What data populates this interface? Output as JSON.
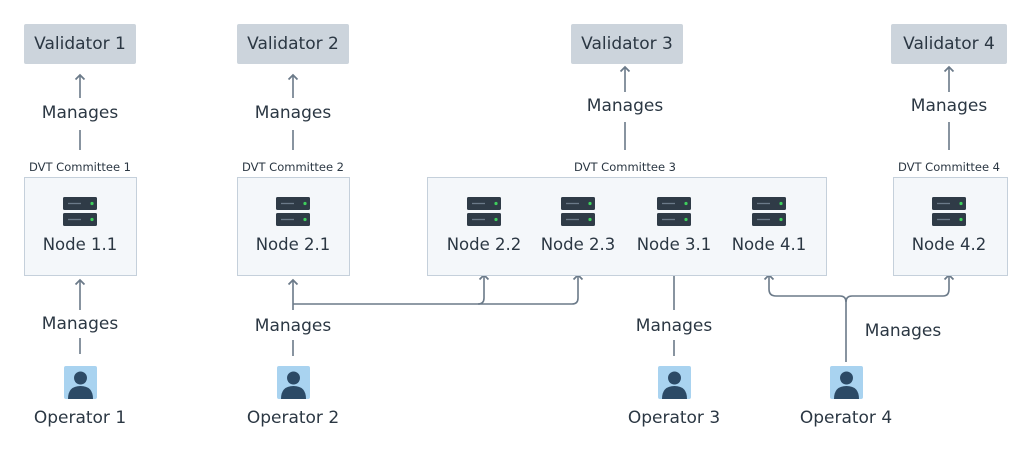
{
  "validators": [
    {
      "label": "Validator 1"
    },
    {
      "label": "Validator 2"
    },
    {
      "label": "Validator 3"
    },
    {
      "label": "Validator 4"
    }
  ],
  "committees": [
    {
      "label": "DVT Committee 1"
    },
    {
      "label": "DVT Committee 2"
    },
    {
      "label": "DVT Committee 3"
    },
    {
      "label": "DVT Committee 4"
    }
  ],
  "nodes": [
    {
      "label": "Node 1.1"
    },
    {
      "label": "Node 2.1"
    },
    {
      "label": "Node 2.2"
    },
    {
      "label": "Node 2.3"
    },
    {
      "label": "Node 3.1"
    },
    {
      "label": "Node 4.1"
    },
    {
      "label": "Node 4.2"
    }
  ],
  "operators": [
    {
      "label": "Operator 1"
    },
    {
      "label": "Operator 2"
    },
    {
      "label": "Operator 3"
    },
    {
      "label": "Operator 4"
    }
  ],
  "relation_label": "Manages",
  "colors": {
    "validator_fill": "#ccd4dc",
    "box_fill": "#f4f7fa",
    "box_border": "#c5d0db",
    "connector": "#6b7a89",
    "server": "#2f3b47",
    "server_led": "#3ecf5c",
    "operator_bg": "#a9d3f0",
    "operator_figure": "#2c4a66"
  },
  "icons": {
    "node": "server-icon",
    "operator": "person-icon"
  }
}
